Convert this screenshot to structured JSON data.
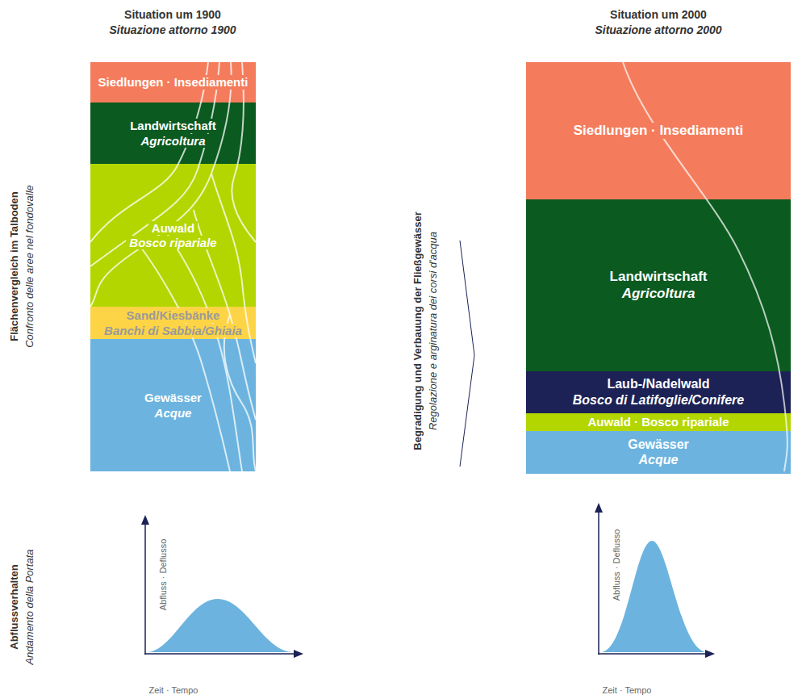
{
  "diagram": {
    "nodes": [
      {
        "text": [
          "Siedlungen · Insediamenti"
        ]
      },
      {
        "text": [
          "Landwirtschaft",
          "Agricoltura"
        ]
      },
      {
        "text": [
          "Auwald",
          "Bosco ripariale"
        ]
      },
      {
        "text": [
          "Sand/Kiesbänke",
          "Banchi di Sabbia/Ghiaia"
        ]
      },
      {
        "text": [
          "Gewässer",
          "Acque"
        ]
      },
      {
        "text": [
          "Siedlungen · Insediamenti"
        ]
      },
      {
        "text": [
          "Landwirtschaft",
          "Agricoltura"
        ]
      },
      {
        "text": [
          "Laub-/Nadelwald",
          "Bosco di Latifoglie/Conifere"
        ]
      },
      {
        "text": [
          "Auwald · Bosco ripariale"
        ]
      },
      {
        "text": [
          "Gewässer",
          "Acque"
        ]
      }
    ],
    "labels": [
      "Situation um 1900",
      "Situazione attorno 1900",
      "Situation um 2000",
      "Situazione attorno 2000",
      "Flächenvergleich im Talboden",
      "Confronto delle aree nel fondovalle",
      "Abflussverhalten",
      "Andamento della Portata",
      "Begradigung und Verbauung der Fließgewässer",
      "Regolazione e arginatura dei corsi d'acqua",
      "Abfluss · Deflusso",
      "Zeit · Tempo",
      "Abfluss · Deflusso",
      "Zeit · Tempo"
    ]
  }
}
